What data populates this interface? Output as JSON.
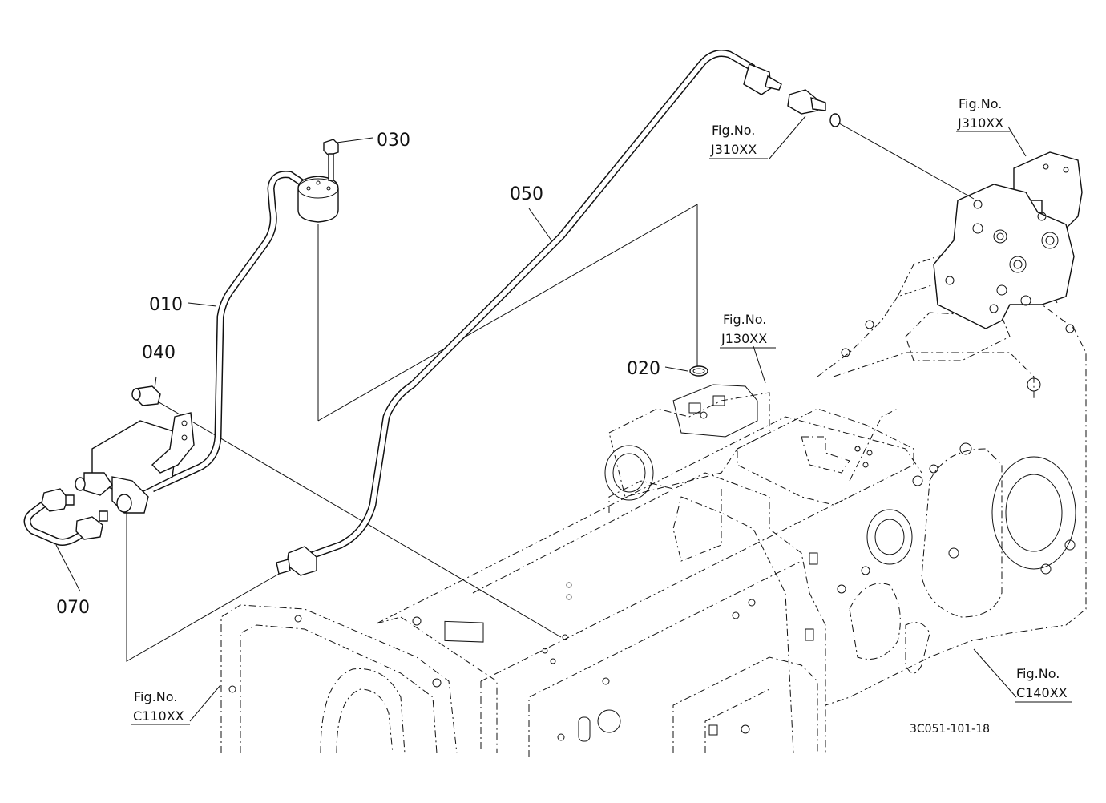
{
  "parts": [
    {
      "id": "010"
    },
    {
      "id": "020"
    },
    {
      "id": "030"
    },
    {
      "id": "040"
    },
    {
      "id": "050"
    },
    {
      "id": "070"
    }
  ],
  "figure_refs": [
    {
      "prefix": "Fig.No.",
      "code": "J310XX"
    },
    {
      "prefix": "Fig.No.",
      "code": "J310XX"
    },
    {
      "prefix": "Fig.No.",
      "code": "J130XX"
    },
    {
      "prefix": "Fig.No.",
      "code": "C110XX"
    },
    {
      "prefix": "Fig.No.",
      "code": "C140XX"
    }
  ],
  "drawing_code": "3C051-101-18"
}
